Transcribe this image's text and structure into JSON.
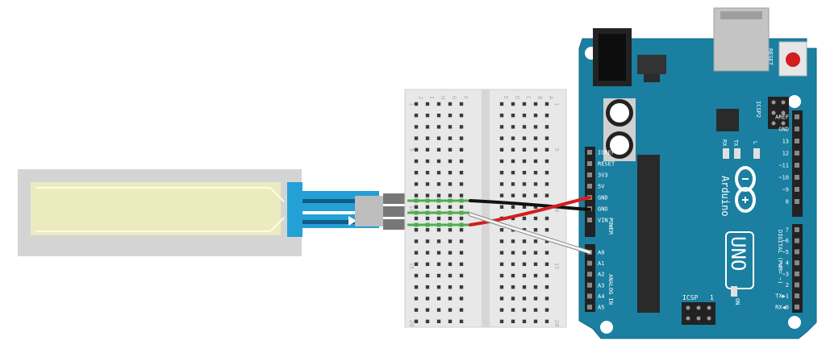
{
  "breadboard": {
    "column_letters": [
      "J",
      "I",
      "H",
      "G",
      "F",
      "E",
      "D",
      "C",
      "B",
      "A"
    ],
    "row_numbers": [
      "1",
      "5",
      "10",
      "15",
      "20"
    ]
  },
  "arduino": {
    "brand": "Arduino",
    "model": "UNO",
    "reset_label": "RESET",
    "icsp_top_label": "ICSP2",
    "icsp_bottom_label": "ICSP",
    "icsp_pin_number": "1",
    "rx_label": "RX",
    "tx_label": "TX",
    "l_label": "L",
    "on_label": "ON",
    "power_label": "POWER",
    "analog_label": "ANALOG IN",
    "digital_label": "DIGITAL (PWM= ~)",
    "power_pins": [
      "IOREF",
      "RESET",
      "3V3",
      "5V",
      "GND",
      "GND",
      "VIN"
    ],
    "analog_pins": [
      "A0",
      "A1",
      "A2",
      "A3",
      "A4",
      "A5"
    ],
    "digital_top_pins": [
      "AREF",
      "GND",
      "13",
      "12",
      "~11",
      "~10",
      "~9",
      "8"
    ],
    "digital_bottom_pins": [
      "7",
      "~6",
      "~5",
      "4",
      "~3",
      "2",
      "TX▶1",
      "RX◀0"
    ]
  },
  "colors": {
    "board_blue": "#1a7fa0",
    "sensor_blue": "#23a0d6",
    "wire_red": "#d21e1e",
    "wire_black": "#111111",
    "wire_white": "#f4f4f4",
    "breadboard": "#e8e8e8",
    "reset_red": "#d21e1e"
  }
}
